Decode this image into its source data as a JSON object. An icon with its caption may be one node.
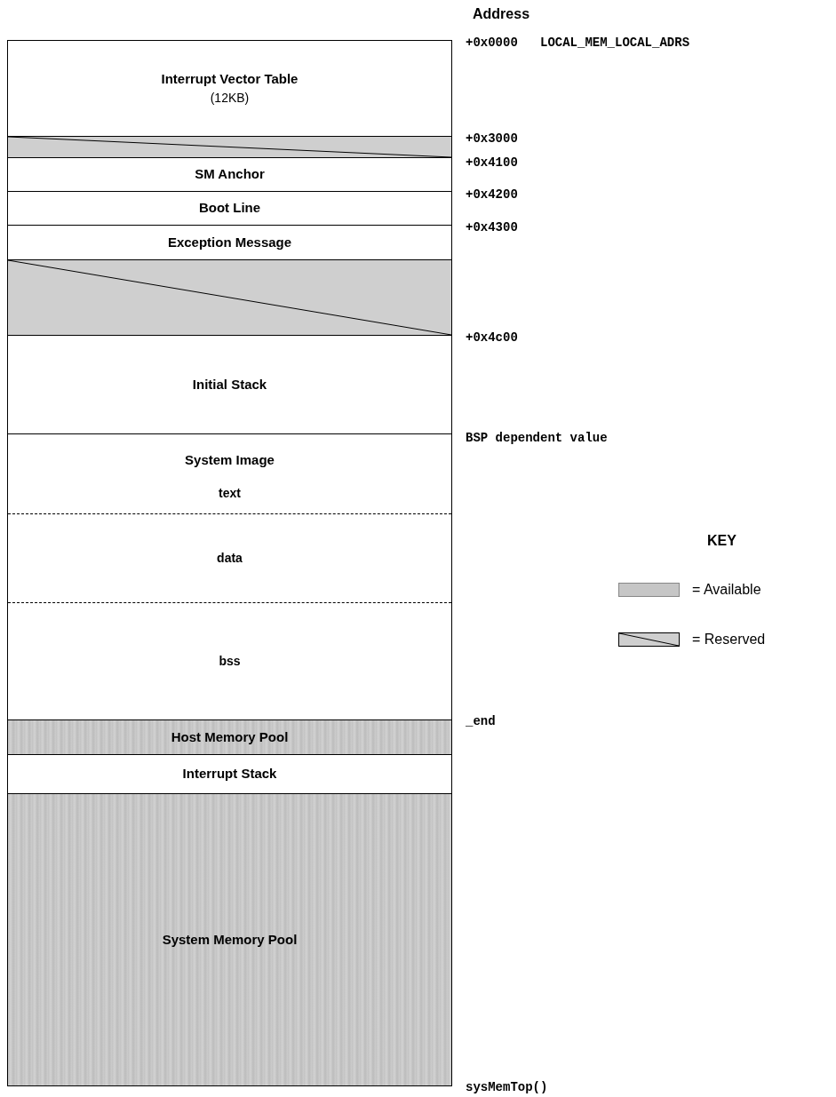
{
  "diagram": {
    "nodes": [
      {
        "text": [
          "Interrupt Vector Table",
          "(12KB)"
        ]
      },
      {
        "text": [],
        "shape": "box"
      },
      {
        "text": [
          "SM Anchor"
        ]
      },
      {
        "text": [
          "Boot Line"
        ]
      },
      {
        "text": [
          "Exception Message"
        ]
      },
      {
        "text": [],
        "shape": "box"
      },
      {
        "text": [
          "Initial Stack"
        ]
      },
      {
        "text": [
          "System Image"
        ]
      },
      {
        "text": [
          "text"
        ],
        "in": 7
      },
      {
        "text": [
          "data"
        ],
        "in": 7
      },
      {
        "text": [
          "bss"
        ],
        "in": 7
      },
      {
        "text": [
          "Host Memory Pool"
        ]
      },
      {
        "text": [
          "Interrupt Stack"
        ]
      },
      {
        "text": [
          "System Memory Pool"
        ]
      }
    ],
    "edges": [],
    "labels": [
      "Address",
      "+0x0000",
      "LOCAL_MEM_LOCAL_ADRS",
      "+0x3000",
      "+0x4100",
      "+0x4200",
      "+0x4300",
      "+0x4c00",
      "BSP dependent value",
      "_end",
      "sysMemTop()",
      "KEY"
    ],
    "legend": [
      {
        "text": "= Available",
        "color": "#c6c6c6"
      },
      {
        "text": "= Reserved"
      }
    ]
  }
}
